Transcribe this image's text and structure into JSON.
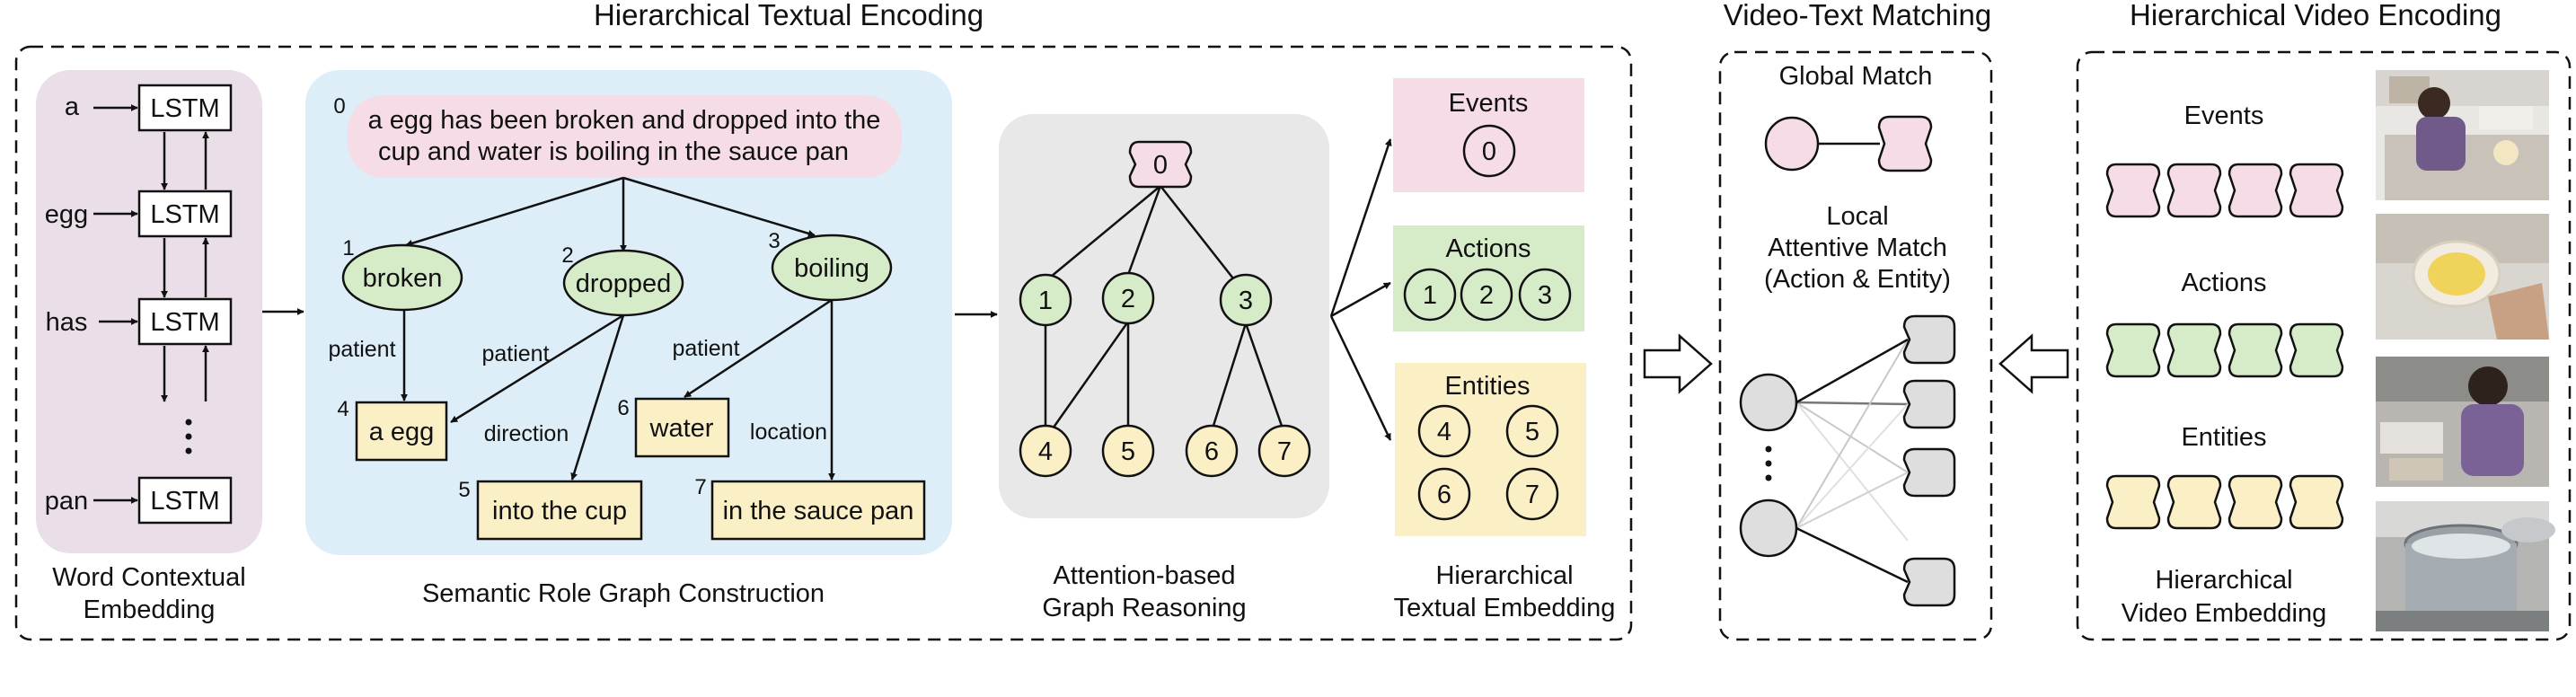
{
  "titles": {
    "text_encoding": "Hierarchical Textual Encoding",
    "matching": "Video-Text Matching",
    "video_encoding": "Hierarchical Video Encoding"
  },
  "word_embedding": {
    "words": [
      "a",
      "egg",
      "has",
      "pan"
    ],
    "lstm": "LSTM",
    "caption_line1": "Word Contextual",
    "caption_line2": "Embedding"
  },
  "semantic_graph": {
    "sentence_index": "0",
    "sentence_line1": "a egg has been broken and dropped into the",
    "sentence_line2": "cup and water is boiling in the sauce pan",
    "verbs": [
      {
        "index": "1",
        "label": "broken"
      },
      {
        "index": "2",
        "label": "dropped"
      },
      {
        "index": "3",
        "label": "boiling"
      }
    ],
    "args": [
      {
        "index": "4",
        "label": "a egg"
      },
      {
        "index": "5",
        "label": "into the cup"
      },
      {
        "index": "6",
        "label": "water"
      },
      {
        "index": "7",
        "label": "in the sauce pan"
      }
    ],
    "roles": {
      "patient": "patient",
      "direction": "direction",
      "location": "location"
    },
    "caption": "Semantic Role Graph Construction"
  },
  "graph_reasoning": {
    "root": "0",
    "verbs": [
      "1",
      "2",
      "3"
    ],
    "args": [
      "4",
      "5",
      "6",
      "7"
    ],
    "caption_line1": "Attention-based",
    "caption_line2": "Graph Reasoning"
  },
  "textual_embedding": {
    "events": {
      "title": "Events",
      "nodes": [
        "0"
      ]
    },
    "actions": {
      "title": "Actions",
      "nodes": [
        "1",
        "2",
        "3"
      ]
    },
    "entities": {
      "title": "Entities",
      "nodes": [
        "4",
        "5",
        "6",
        "7"
      ]
    },
    "caption_line1": "Hierarchical",
    "caption_line2": "Textual Embedding"
  },
  "matching": {
    "global": "Global Match",
    "local_line1": "Local",
    "local_line2": "Attentive Match",
    "local_line3": "(Action & Entity)"
  },
  "video_embedding": {
    "events": "Events",
    "actions": "Actions",
    "entities": "Entities",
    "caption_line1": "Hierarchical",
    "caption_line2": "Video Embedding"
  },
  "colors": {
    "event_pink": "#f5dce6",
    "action_green": "#d6ecc9",
    "entity_yellow": "#fbefc6",
    "word_bg": "#eadfe9",
    "graph_bg": "#ddeef8",
    "reason_bg": "#e8e8e8",
    "match_gray": "#dedede"
  }
}
